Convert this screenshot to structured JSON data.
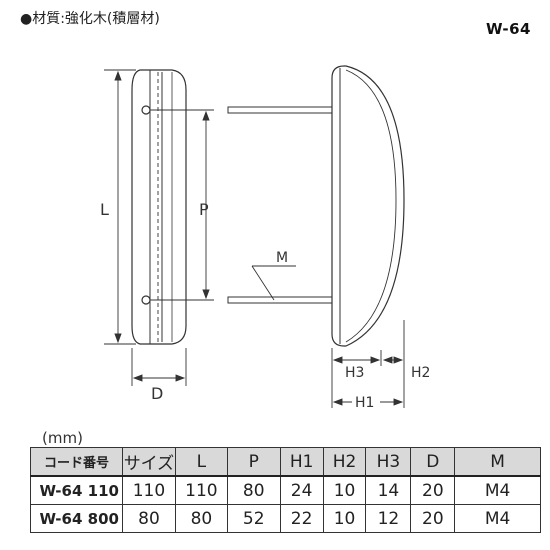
{
  "header": {
    "material_label": "●材質:強化木(積層材)",
    "model_code": "W-64"
  },
  "diagram": {
    "label_L": "L",
    "label_P": "P",
    "label_M": "M",
    "label_D": "D",
    "label_H1": "H1",
    "label_H2": "H2",
    "label_H3": "H3"
  },
  "table": {
    "unit": "(mm)",
    "headers": [
      "コード番号",
      "サイズ",
      "L",
      "P",
      "H1",
      "H2",
      "H3",
      "D",
      "M"
    ],
    "rows": [
      [
        "W-64 110",
        "110",
        "110",
        "80",
        "24",
        "10",
        "14",
        "20",
        "M4"
      ],
      [
        "W-64 800",
        "80",
        "80",
        "52",
        "22",
        "10",
        "12",
        "20",
        "M4"
      ]
    ]
  }
}
